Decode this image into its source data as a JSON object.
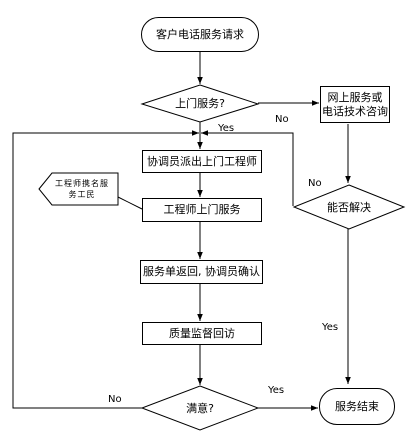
{
  "nodes": {
    "start": "客户电话服务请求",
    "d_onsite": "上门服务?",
    "online": "网上服务或\n电话技术咨询",
    "dispatch": "协调员派出上门工程师",
    "ticket": "工程师携名服\n务工民",
    "engineer_visit": "工程师上门服务",
    "return_confirm": "服务单返回, 协调员确认",
    "quality": "质量监督回访",
    "d_resolve": "能否解决",
    "d_satisfied": "满意?",
    "end": "服务结束"
  },
  "edge_labels": {
    "onsite_no": "No",
    "onsite_yes": "Yes",
    "resolve_no": "No",
    "resolve_yes": "Yes",
    "satisfied_no": "No",
    "satisfied_yes": "Yes"
  }
}
